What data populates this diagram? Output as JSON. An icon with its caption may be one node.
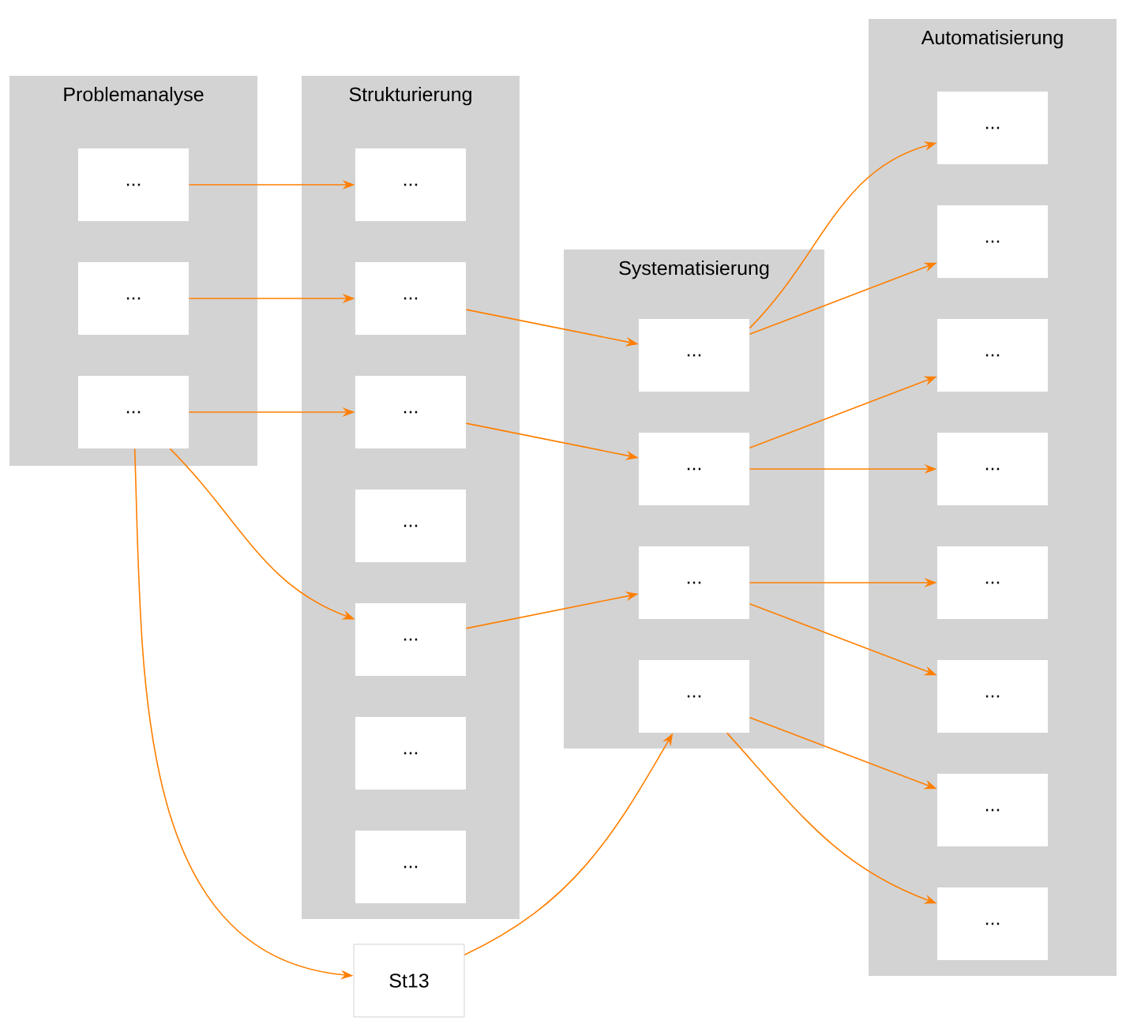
{
  "diagram": {
    "nodes": [
      {
        "text": [
          "Problemanalyse"
        ]
      },
      {
        "text": [
          "..."
        ],
        "in": 0
      },
      {
        "text": [
          "..."
        ],
        "in": 0
      },
      {
        "text": [
          "..."
        ],
        "in": 0
      },
      {
        "text": [
          "Strukturierung"
        ]
      },
      {
        "text": [
          "..."
        ],
        "in": 4
      },
      {
        "text": [
          "..."
        ],
        "in": 4
      },
      {
        "text": [
          "..."
        ],
        "in": 4
      },
      {
        "text": [
          "..."
        ],
        "in": 4
      },
      {
        "text": [
          "..."
        ],
        "in": 4
      },
      {
        "text": [
          "..."
        ],
        "in": 4
      },
      {
        "text": [
          "..."
        ],
        "in": 4
      },
      {
        "text": [
          "Systematisierung"
        ]
      },
      {
        "text": [
          "..."
        ],
        "in": 12
      },
      {
        "text": [
          "..."
        ],
        "in": 12
      },
      {
        "text": [
          "..."
        ],
        "in": 12
      },
      {
        "text": [
          "..."
        ],
        "in": 12
      },
      {
        "text": [
          "Automatisierung"
        ]
      },
      {
        "text": [
          "..."
        ],
        "in": 17
      },
      {
        "text": [
          "..."
        ],
        "in": 17
      },
      {
        "text": [
          "..."
        ],
        "in": 17
      },
      {
        "text": [
          "..."
        ],
        "in": 17
      },
      {
        "text": [
          "..."
        ],
        "in": 17
      },
      {
        "text": [
          "..."
        ],
        "in": 17
      },
      {
        "text": [
          "..."
        ],
        "in": 17
      },
      {
        "text": [
          "..."
        ],
        "in": 17
      },
      {
        "text": [
          "St13"
        ]
      }
    ],
    "edges": [
      {
        "from": 1,
        "to": 5,
        "arrow": "to"
      },
      {
        "from": 2,
        "to": 6,
        "arrow": "to"
      },
      {
        "from": 3,
        "to": 7,
        "arrow": "to"
      },
      {
        "from": 3,
        "to": 9,
        "arrow": "to"
      },
      {
        "from": 3,
        "to": 26,
        "arrow": "to"
      },
      {
        "from": 6,
        "to": 13,
        "arrow": "to"
      },
      {
        "from": 7,
        "to": 14,
        "arrow": "to"
      },
      {
        "from": 9,
        "to": 15,
        "arrow": "to"
      },
      {
        "from": 26,
        "to": 16,
        "arrow": "to"
      },
      {
        "from": 13,
        "to": 18,
        "arrow": "to"
      },
      {
        "from": 13,
        "to": 19,
        "arrow": "to"
      },
      {
        "from": 14,
        "to": 20,
        "arrow": "to"
      },
      {
        "from": 14,
        "to": 21,
        "arrow": "to"
      },
      {
        "from": 15,
        "to": 22,
        "arrow": "to"
      },
      {
        "from": 15,
        "to": 23,
        "arrow": "to"
      },
      {
        "from": 16,
        "to": 24,
        "arrow": "to"
      },
      {
        "from": 16,
        "to": 25,
        "arrow": "to"
      }
    ]
  }
}
